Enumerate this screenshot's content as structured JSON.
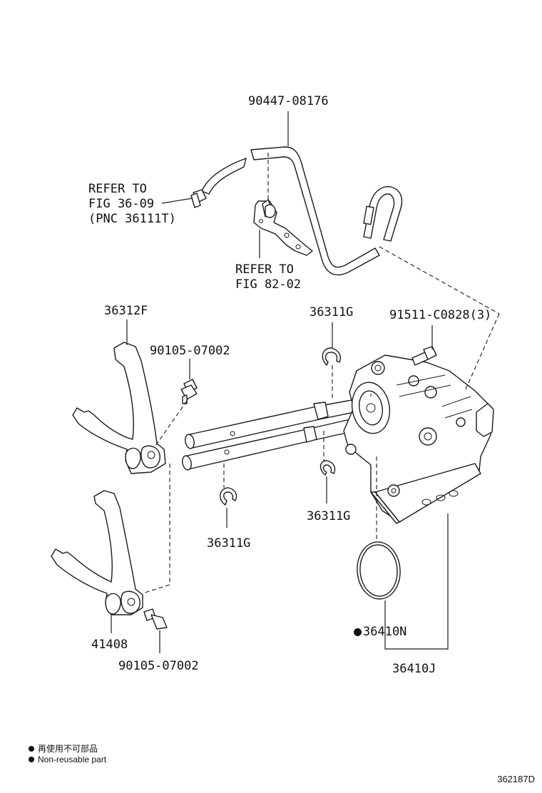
{
  "callouts": {
    "hose": "90447-08176",
    "refer_top": "REFER TO\nFIG 36-09\n(PNC 36111T)",
    "refer_mid": "REFER TO\nFIG 82-02",
    "fork_upper": "36312F",
    "bolt_upper": "90105-07002",
    "ring_top": "36311G",
    "bolt_right": "91511-C0828(3)",
    "ring_mid": "36311G",
    "ring_left": "36311G",
    "oring": "36410N",
    "fork_lower": "41408",
    "bolt_lower": "90105-07002",
    "housing": "36410J"
  },
  "legend": {
    "line1": "再使用不可部品",
    "line2": "Non-reusable part"
  },
  "figure_number": "362187D",
  "icons": {
    "non_reusable_marker": "filled-circle-icon"
  }
}
